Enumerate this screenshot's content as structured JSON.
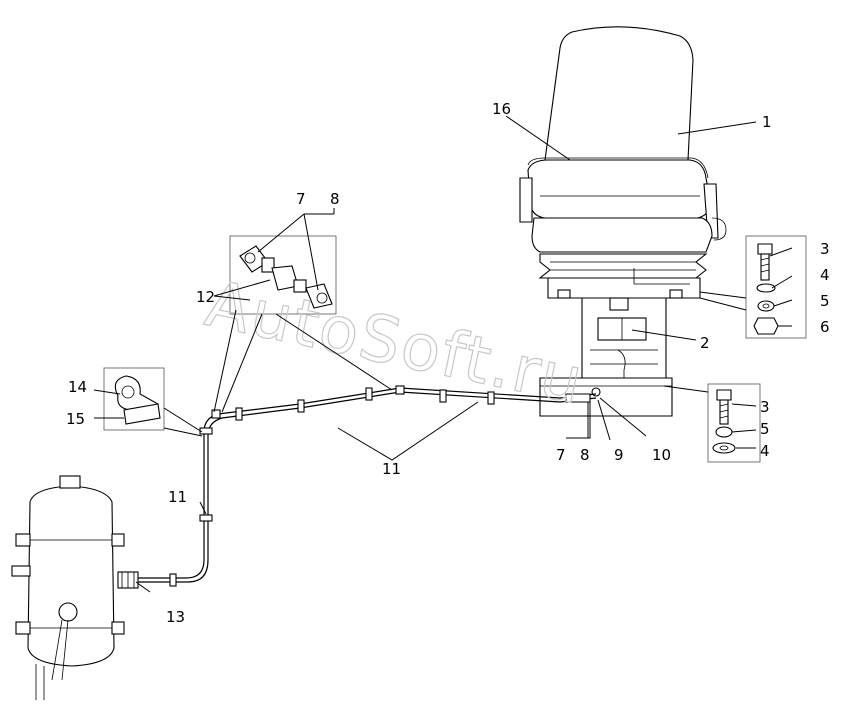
{
  "watermark": "AutoSoft.ru",
  "callouts": [
    {
      "id": "c1",
      "text": "1"
    },
    {
      "id": "c2",
      "text": "2"
    },
    {
      "id": "c3a",
      "text": "3"
    },
    {
      "id": "c4a",
      "text": "4"
    },
    {
      "id": "c5a",
      "text": "5"
    },
    {
      "id": "c6",
      "text": "6"
    },
    {
      "id": "c3b",
      "text": "3"
    },
    {
      "id": "c5b",
      "text": "5"
    },
    {
      "id": "c4b",
      "text": "4"
    },
    {
      "id": "c7a",
      "text": "7"
    },
    {
      "id": "c8a",
      "text": "8"
    },
    {
      "id": "c12",
      "text": "12"
    },
    {
      "id": "c14",
      "text": "14"
    },
    {
      "id": "c15",
      "text": "15"
    },
    {
      "id": "c16",
      "text": "16"
    },
    {
      "id": "c11a",
      "text": "11"
    },
    {
      "id": "c11b",
      "text": "11"
    },
    {
      "id": "c13",
      "text": "13"
    },
    {
      "id": "c7b",
      "text": "7"
    },
    {
      "id": "c8b",
      "text": "8"
    },
    {
      "id": "c9",
      "text": "9"
    },
    {
      "id": "c10",
      "text": "10"
    }
  ]
}
